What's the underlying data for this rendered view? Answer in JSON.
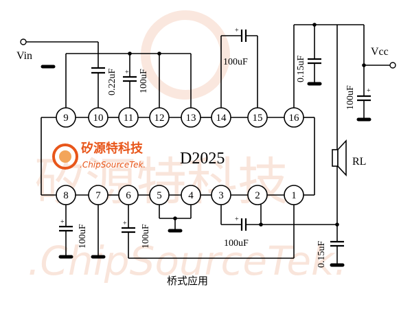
{
  "chip": {
    "name": "D2025"
  },
  "labels": {
    "vin": "Vin",
    "vcc": "Vcc",
    "rl": "RL",
    "caption": "桥式应用"
  },
  "pins_top": [
    "9",
    "10",
    "11",
    "12",
    "13",
    "14",
    "15",
    "16"
  ],
  "pins_bottom": [
    "8",
    "7",
    "6",
    "5",
    "4",
    "3",
    "2",
    "1"
  ],
  "components": {
    "c_in_022": "0.22uF",
    "c_in_100": "100uF",
    "c_boot_top": "100uF",
    "c_vcc_015": "0.15uF",
    "c_vcc_100": "100uF",
    "c_pin8": "100uF",
    "c_pin6": "100uF",
    "c_boot_bottom": "100uF",
    "c_out_015": "0.15uF"
  },
  "logo": {
    "cn": "矽源特科技",
    "en": ".ChipSourceTek."
  },
  "watermark": {
    "cn": "矽源特科技",
    "en": ".ChipSourceTek."
  }
}
